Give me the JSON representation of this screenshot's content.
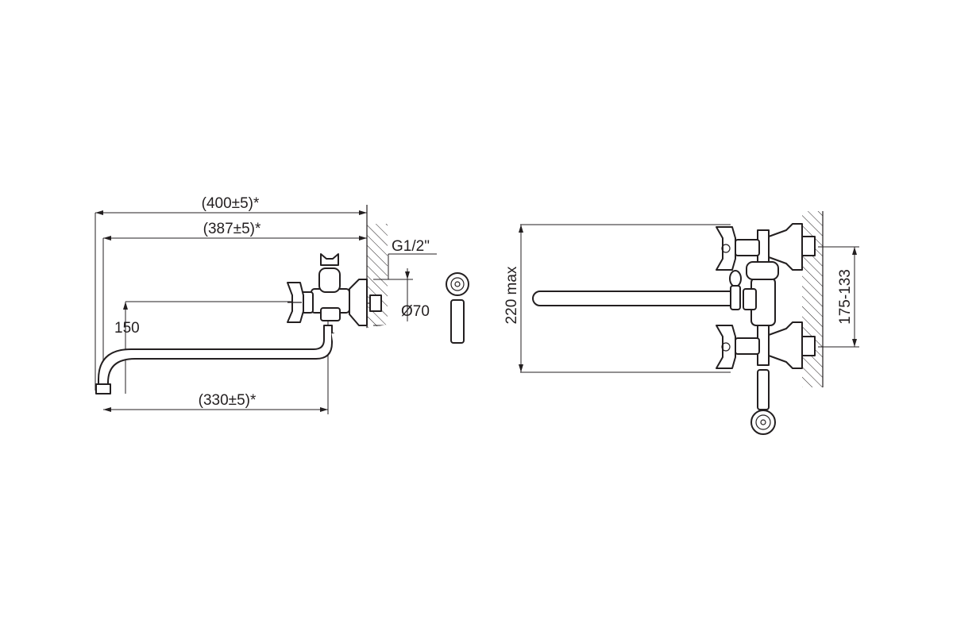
{
  "side_view": {
    "overall_length": "(400±5)*",
    "body_length": "(387±5)*",
    "spout_reach": "(330±5)*",
    "spout_height": "150",
    "thread": "G1/2\"",
    "flange_diameter": "Ø70"
  },
  "top_view": {
    "max_width": "220 max",
    "center_distance": "175-133"
  },
  "colors": {
    "line": "#231f20",
    "background": "#ffffff"
  }
}
